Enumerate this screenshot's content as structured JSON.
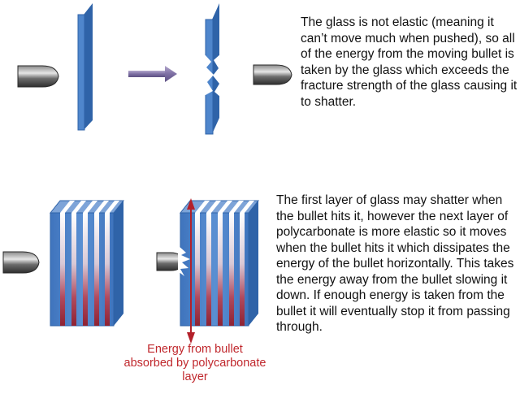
{
  "top_panel": {
    "description": "The glass is not elastic (meaning it can’t move much when pushed), so all of the energy from the moving bullet is taken by the glass which exceeds the fracture strength of the glass causing it to shatter."
  },
  "bottom_panel": {
    "description": "The first layer of glass may shatter when the bullet hits it, however the next layer of polycarbonate is more elastic so it moves when the bullet hits it which dissipates the energy of the bullet horizontally.  This takes the energy away from the bullet slowing it down.  If enough energy is taken from the bullet it will eventually stop it from passing through.",
    "energy_label": "Energy from bullet absorbed by polycarbonate layer"
  },
  "colors": {
    "glass": "#4f86cc",
    "glass_dark": "#2f63a8",
    "glass_light": "#a9c6ea",
    "arrow": "#7d6fa3",
    "energy": "#c0282d",
    "bullet": "#555555"
  }
}
